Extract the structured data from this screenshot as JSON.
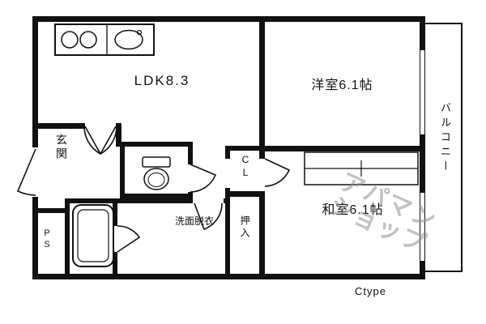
{
  "plan": {
    "rooms": {
      "ldk": "LDK8.3",
      "yoshitsu": "洋室6.1帖",
      "washitsu": "和室6.1帖",
      "genkan": "玄関",
      "senmen": "洗面脱衣",
      "cl": "CL",
      "oshiire": "押入",
      "ps": "PS",
      "balcony": "バルコニー"
    },
    "footer": {
      "type_label": "Ctype"
    },
    "watermark": {
      "line1": "アパマン",
      "line2": "ショップ"
    },
    "colors": {
      "wall": "#111111",
      "background": "#ffffff",
      "watermark": "#8f8f8f"
    }
  }
}
